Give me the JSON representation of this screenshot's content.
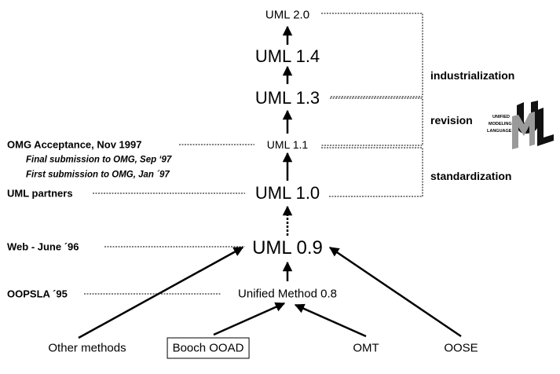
{
  "versions": [
    {
      "id": "uml20",
      "text": "UML 2.0"
    },
    {
      "id": "uml14",
      "text": "UML 1.4"
    },
    {
      "id": "uml13",
      "text": "UML 1.3"
    },
    {
      "id": "uml11",
      "text": "UML 1.1"
    },
    {
      "id": "uml10",
      "text": "UML 1.0"
    },
    {
      "id": "uml09",
      "text": "UML 0.9"
    },
    {
      "id": "um08",
      "text": "Unified Method 0.8"
    }
  ],
  "milestones": {
    "omg_acceptance": "OMG Acceptance, Nov 1997",
    "final_submission": "Final submission to OMG, Sep ‘97",
    "first_submission": "First submission to OMG, Jan ´97",
    "uml_partners": "UML partners",
    "web": "Web - June ´96",
    "oopsla": "OOPSLA ´95"
  },
  "phases": {
    "industrialization": "industrialization",
    "revision": "revision",
    "standardization": "standardization"
  },
  "sources": {
    "other": "Other methods",
    "booch": "Booch OOAD",
    "omt": "OMT",
    "oose": "OOSE"
  },
  "logo": {
    "lines": [
      "UNIFIED",
      "MODELING",
      "LANGUAGE"
    ],
    "letters": "UML"
  }
}
